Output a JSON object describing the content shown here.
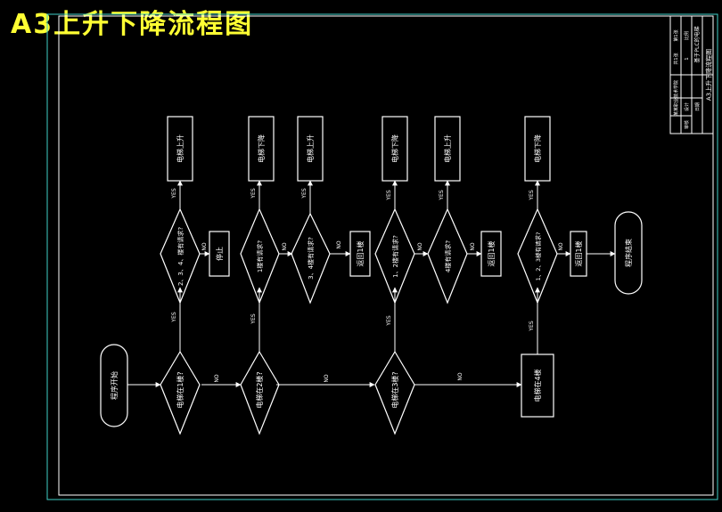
{
  "title": "A3上升下降流程图",
  "colors": {
    "background": "#000000",
    "title": "#ffff33",
    "border": "#3fd0c8",
    "stroke": "#ffffff",
    "text": "#ffffff"
  },
  "labels": {
    "yes": "YES",
    "no": "NO"
  },
  "nodes": {
    "start": "程序开始",
    "d_floor1": "电梯在1楼?",
    "d_floor2": "电梯在2楼?",
    "d_floor3": "电梯在3楼?",
    "d_call1": "2、3、4、楼有请求?",
    "d_call2a": "1楼有请求?",
    "d_call2b": "3、4楼有请求?",
    "d_call3a": "1、2楼有请求?",
    "d_call3b": "4楼有请求?",
    "d_call4": "1、2、3楼有请求?",
    "up1": "电梯上升",
    "down2": "电梯下降",
    "up2": "电梯上升",
    "down3": "电梯下降",
    "up3": "电梯上升",
    "down4": "电梯下降",
    "stop": "停止",
    "back1a": "返回1楼",
    "back1b": "返回1楼",
    "back1c": "返回1楼",
    "at4": "电梯在4楼",
    "end": "程序结束"
  },
  "title_block": {
    "project": "基于PLC的电梯",
    "drawing": "A3上升下降流程图",
    "scale_label": "比例",
    "scale_value": "1",
    "sheet_label": "第1张",
    "sheets_label": "共1张",
    "designer": "设计",
    "checker": "审核",
    "date": "日期",
    "school": "某某职业技术学院"
  }
}
